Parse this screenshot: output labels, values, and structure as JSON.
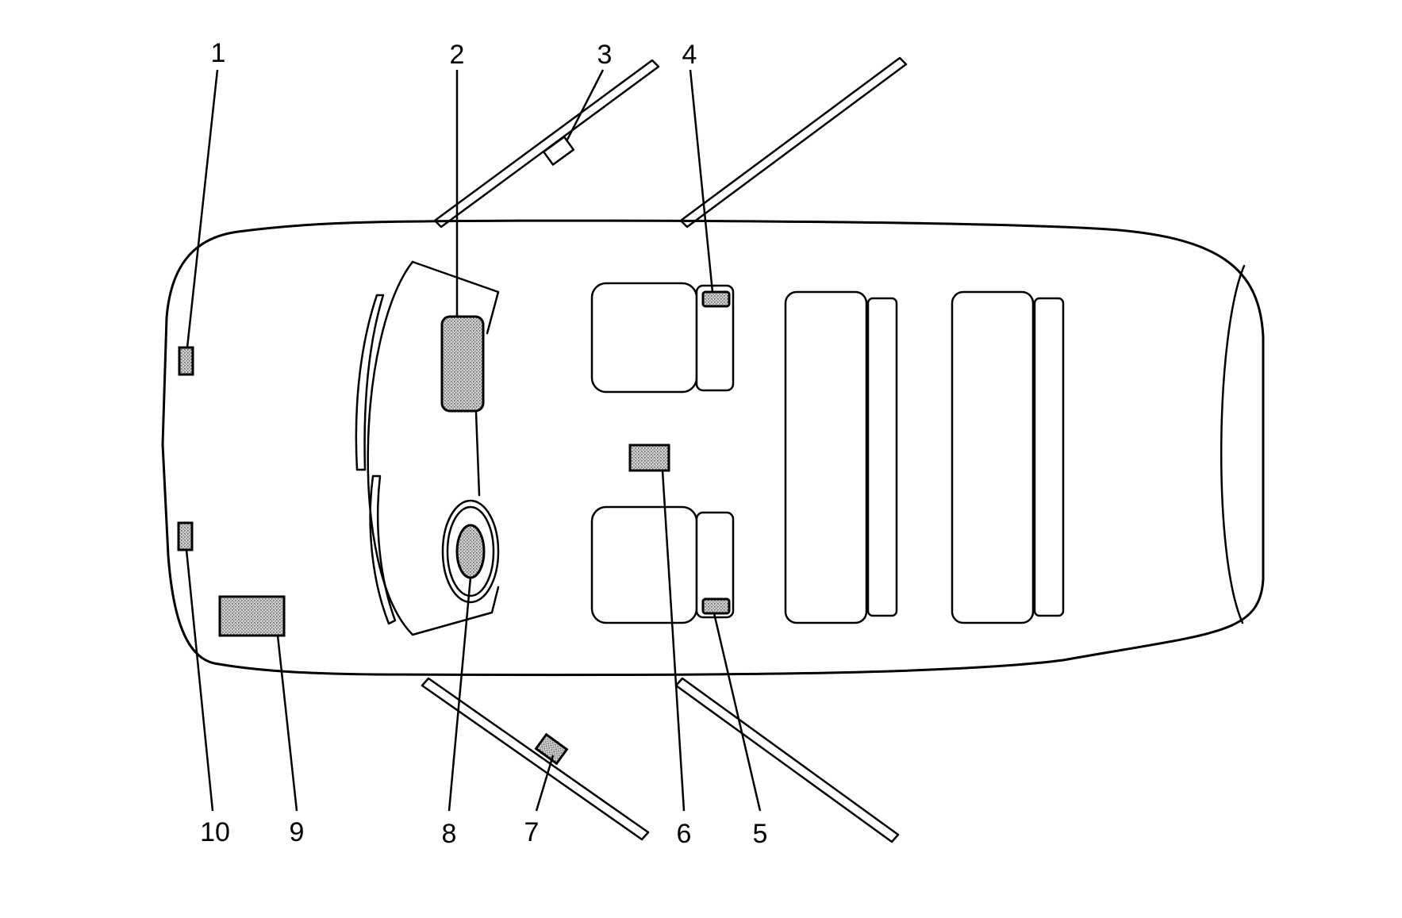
{
  "callouts": [
    {
      "id": "1",
      "label": "1"
    },
    {
      "id": "2",
      "label": "2"
    },
    {
      "id": "3",
      "label": "3"
    },
    {
      "id": "4",
      "label": "4"
    },
    {
      "id": "5",
      "label": "5"
    },
    {
      "id": "6",
      "label": "6"
    },
    {
      "id": "7",
      "label": "7"
    },
    {
      "id": "8",
      "label": "8"
    },
    {
      "id": "9",
      "label": "9"
    },
    {
      "id": "10",
      "label": "10"
    }
  ],
  "colors": {
    "line": "#000000",
    "component_fill": "#b8b8b8",
    "background": "#ffffff"
  }
}
